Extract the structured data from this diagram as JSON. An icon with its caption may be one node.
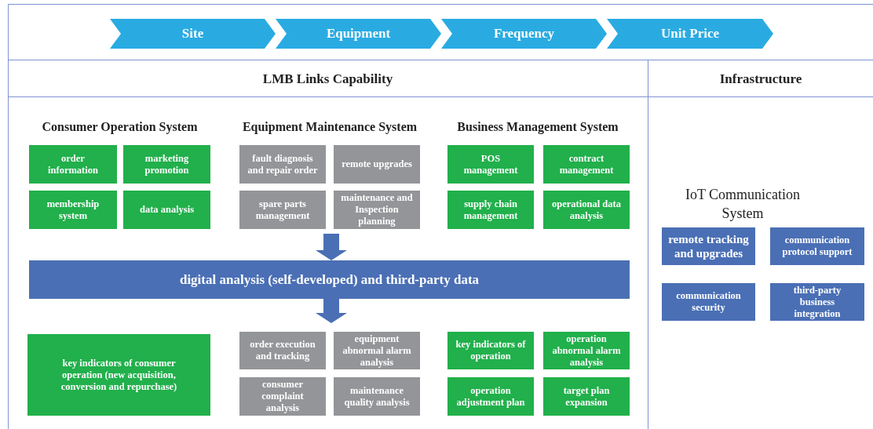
{
  "diagram": {
    "nodes": [
      {
        "text": [
          "Site"
        ]
      },
      {
        "text": [
          "Equipment"
        ]
      },
      {
        "text": [
          "Frequency"
        ]
      },
      {
        "text": [
          "Unit Price"
        ]
      },
      {
        "text": [
          "LMB Links Capability"
        ]
      },
      {
        "text": [
          "Infrastructure"
        ]
      },
      {
        "text": [
          "order information"
        ],
        "in": 4
      },
      {
        "text": [
          "marketing promotion"
        ],
        "in": 4
      },
      {
        "text": [
          "membership system"
        ],
        "in": 4
      },
      {
        "text": [
          "data analysis"
        ],
        "in": 4
      },
      {
        "text": [
          "fault diagnosis and repair order"
        ],
        "in": 4
      },
      {
        "text": [
          "remote upgrades"
        ],
        "in": 4
      },
      {
        "text": [
          "spare parts management"
        ],
        "in": 4
      },
      {
        "text": [
          "maintenance and Inspection planning"
        ],
        "in": 4
      },
      {
        "text": [
          "POS management"
        ],
        "in": 4
      },
      {
        "text": [
          "contract management"
        ],
        "in": 4
      },
      {
        "text": [
          "supply chain management"
        ],
        "in": 4
      },
      {
        "text": [
          "operational data analysis"
        ],
        "in": 4
      },
      {
        "text": [
          "digital analysis (self-developed) and third-party data"
        ],
        "in": 4
      },
      {
        "text": [
          "key indicators of consumer operation (new acquisition, conversion and repurchase)"
        ],
        "in": 4
      },
      {
        "text": [
          "order execution and tracking"
        ],
        "in": 4
      },
      {
        "text": [
          "equipment abnormal alarm analysis"
        ],
        "in": 4
      },
      {
        "text": [
          "consumer complaint analysis"
        ],
        "in": 4
      },
      {
        "text": [
          "maintenance quality analysis"
        ],
        "in": 4
      },
      {
        "text": [
          "key indicators of operation"
        ],
        "in": 4
      },
      {
        "text": [
          "operation abnormal alarm analysis"
        ],
        "in": 4
      },
      {
        "text": [
          "operation adjustment plan"
        ],
        "in": 4
      },
      {
        "text": [
          "target plan expansion"
        ],
        "in": 4
      },
      {
        "text": [
          "remote tracking and upgrades"
        ],
        "in": 5
      },
      {
        "text": [
          "communication protocol support"
        ],
        "in": 5
      },
      {
        "text": [
          "communication security"
        ],
        "in": 5
      },
      {
        "text": [
          "third-party business integration"
        ],
        "in": 5
      }
    ],
    "edges": [
      {
        "from": null,
        "to": 18,
        "arrow": "to"
      },
      {
        "from": 18,
        "to": null,
        "arrow": "to"
      }
    ],
    "labels": [
      "Consumer Operation System",
      "Equipment Maintenance System",
      "Business Management System",
      "IoT Communication System"
    ]
  }
}
